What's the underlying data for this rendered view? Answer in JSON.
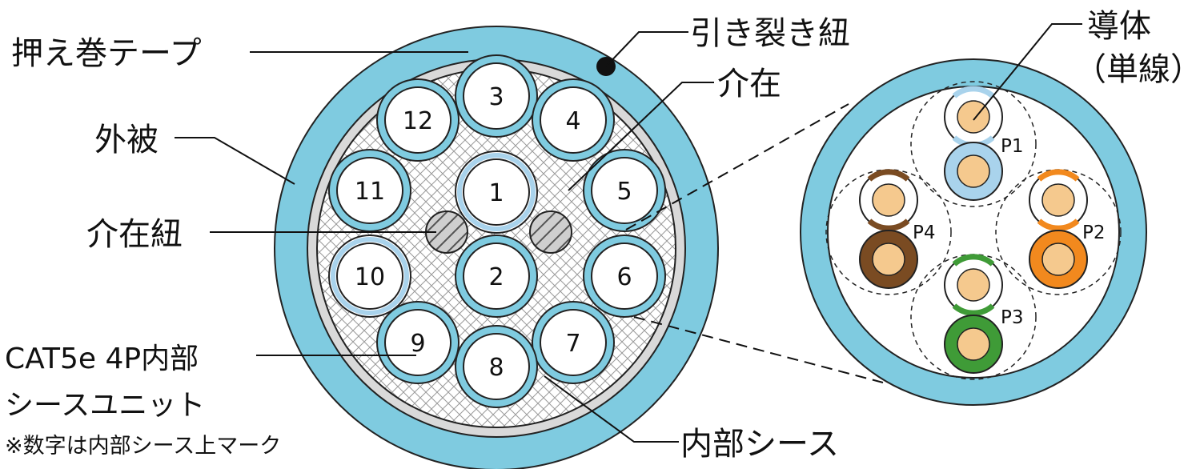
{
  "labels": {
    "osae": "押え巻テープ",
    "gaihi": "外被",
    "kaizaihimo": "介在紐",
    "unit_line1": "CAT5e 4P内部",
    "unit_line2": "シースユニット",
    "note": "※数字は内部シース上マーク",
    "hikisaki": "引き裂き紐",
    "kaizai": "介在",
    "naibu_sheath": "内部シース",
    "dotai_line1": "導体",
    "dotai_line2": "（単線）"
  },
  "unit_numbers": [
    "1",
    "2",
    "3",
    "4",
    "5",
    "6",
    "7",
    "8",
    "9",
    "10",
    "11",
    "12"
  ],
  "pairs": [
    {
      "name": "P1",
      "color": "#a9d3ec"
    },
    {
      "name": "P2",
      "color": "#f2891e"
    },
    {
      "name": "P3",
      "color": "#3f9b37"
    },
    {
      "name": "P4",
      "color": "#7a4b22"
    }
  ],
  "colors": {
    "jacket": "#7fcbe0",
    "conductor": "#f5c98e",
    "rip_cord": "#111111"
  }
}
